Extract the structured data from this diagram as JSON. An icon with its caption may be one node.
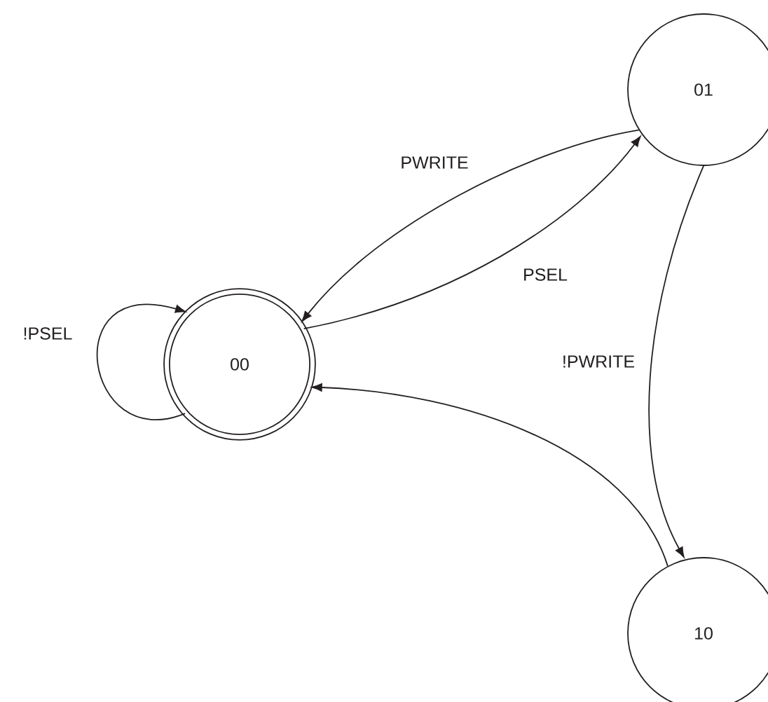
{
  "diagram": {
    "nodes": [
      {
        "text": [
          "00"
        ]
      },
      {
        "text": [
          "01"
        ]
      },
      {
        "text": [
          "10"
        ]
      }
    ],
    "edges": [
      {
        "from": 0,
        "to": 0,
        "arrow": "to",
        "label": "!PSEL"
      },
      {
        "from": 1,
        "to": 0,
        "arrow": "to",
        "label": "PWRITE"
      },
      {
        "from": 0,
        "to": 1,
        "arrow": "to",
        "label": "PSEL"
      },
      {
        "from": 1,
        "to": 2,
        "arrow": "to",
        "label": "!PWRITE"
      },
      {
        "from": 2,
        "to": 0,
        "arrow": "to"
      }
    ]
  }
}
